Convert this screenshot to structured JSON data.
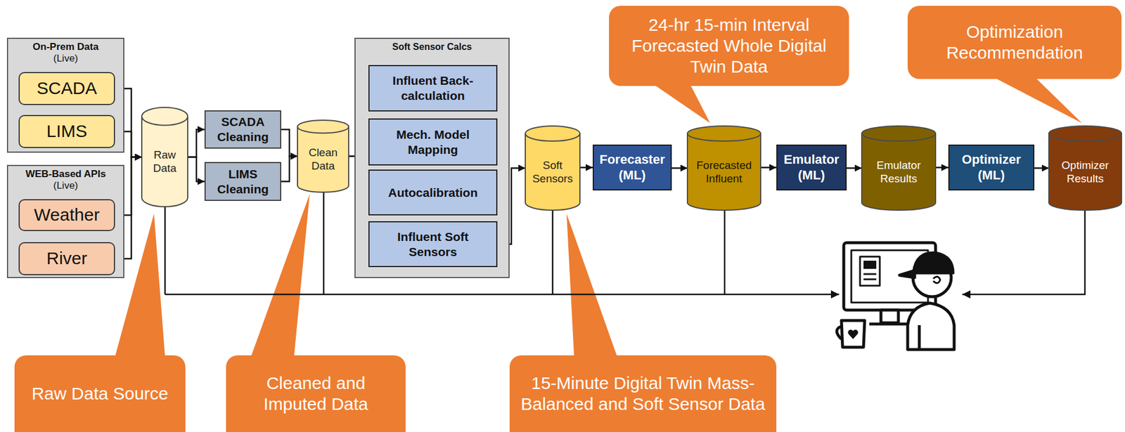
{
  "diagram": {
    "nodes": [
      {
        "text": [
          "On-Prem Data",
          "(Live)"
        ]
      },
      {
        "text": [
          "SCADA"
        ],
        "in": 0
      },
      {
        "text": [
          "LIMS"
        ],
        "in": 0
      },
      {
        "text": [
          "WEB-Based APIs",
          "(Live)"
        ]
      },
      {
        "text": [
          "Weather"
        ],
        "in": 3
      },
      {
        "text": [
          "River"
        ],
        "in": 3
      },
      {
        "text": [
          "Raw Data"
        ]
      },
      {
        "text": [
          "SCADA Cleaning"
        ]
      },
      {
        "text": [
          "LIMS Cleaning"
        ]
      },
      {
        "text": [
          "Clean Data"
        ]
      },
      {
        "text": [
          "Soft Sensor Calcs"
        ]
      },
      {
        "text": [
          "Influent Back-calculation"
        ],
        "in": 10
      },
      {
        "text": [
          "Mech. Model Mapping"
        ],
        "in": 10
      },
      {
        "text": [
          "Autocalibration"
        ],
        "in": 10
      },
      {
        "text": [
          "Influent Soft Sensors"
        ],
        "in": 10
      },
      {
        "text": [
          "Soft Sensors"
        ]
      },
      {
        "text": [
          "Forecaster (ML)"
        ]
      },
      {
        "text": [
          "Forecasted Influent"
        ]
      },
      {
        "text": [
          "Emulator (ML)"
        ]
      },
      {
        "text": [
          "Emulator Results"
        ]
      },
      {
        "text": [
          "Optimizer (ML)"
        ]
      },
      {
        "text": [
          "Optimizer Results"
        ]
      },
      {
        "text": [
          "24-hr 15-min Interval Forecasted Whole Digital Twin Data"
        ]
      },
      {
        "text": [
          "Optimization Recommendation"
        ]
      },
      {
        "text": [
          "Raw Data Source"
        ]
      },
      {
        "text": [
          "Cleaned and Imputed Data"
        ]
      },
      {
        "text": [
          "15-Minute Digital Twin Mass-Balanced and Soft Sensor Data"
        ]
      }
    ],
    "edges": [
      {
        "from": 1,
        "to": 6,
        "arrow": "to"
      },
      {
        "from": 2,
        "to": 6,
        "arrow": "to"
      },
      {
        "from": 4,
        "to": 6,
        "arrow": "to"
      },
      {
        "from": 5,
        "to": 6,
        "arrow": "to"
      },
      {
        "from": 6,
        "to": 7,
        "arrow": "to"
      },
      {
        "from": 6,
        "to": 8,
        "arrow": "to"
      },
      {
        "from": 7,
        "to": 9,
        "arrow": "to"
      },
      {
        "from": 8,
        "to": 9,
        "arrow": "to"
      },
      {
        "from": 9,
        "to": 11,
        "arrow": "to"
      },
      {
        "from": 9,
        "to": 13,
        "arrow": "to"
      },
      {
        "from": 14,
        "to": 15,
        "arrow": "to"
      },
      {
        "from": 15,
        "to": 16,
        "arrow": "to"
      },
      {
        "from": 16,
        "to": 17,
        "arrow": "to"
      },
      {
        "from": 17,
        "to": 18,
        "arrow": "to"
      },
      {
        "from": 18,
        "to": 19,
        "arrow": "to"
      },
      {
        "from": 19,
        "to": 20,
        "arrow": "to"
      },
      {
        "from": 20,
        "to": 21,
        "arrow": "to"
      }
    ]
  }
}
